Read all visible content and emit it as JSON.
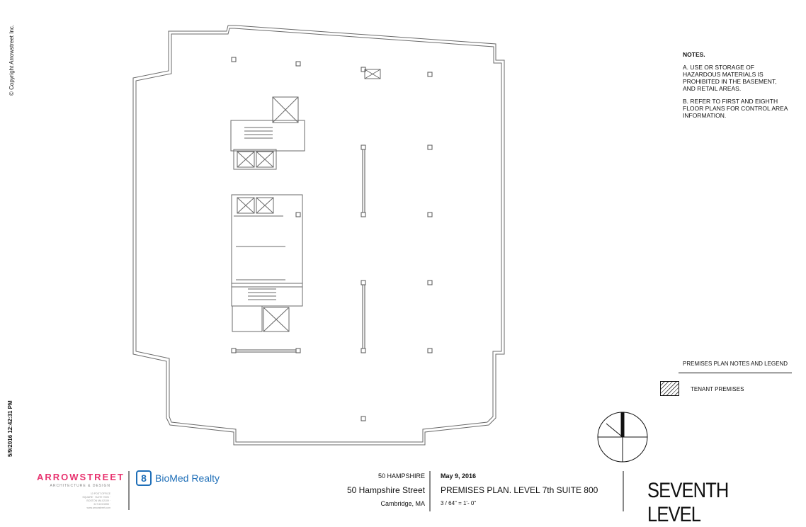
{
  "margin": {
    "copyright": "© Copyright Arrowstreet Inc.",
    "timestamp": "5/9/2016 12:42:31 PM"
  },
  "notes": {
    "title": "NOTES.",
    "items": [
      "A. USE OR STORAGE OF HAZARDOUS MATERIALS IS PROHIBITED IN THE BASEMENT, AND RETAIL AREAS.",
      "B. REFER TO FIRST AND EIGHTH FLOOR PLANS FOR CONTROL AREA INFORMATION."
    ]
  },
  "legend": {
    "title": "PREMISES PLAN NOTES AND LEGEND",
    "items": [
      {
        "label": "TENANT PREMISES"
      }
    ]
  },
  "title_block": {
    "architect_logo": "ARROWSTREET",
    "architect_sub": "ARCHITECTURE & DESIGN",
    "architect_address": "10 POST OFFICE SQUARE · SUITE 700N · BOSTON MA 02109 · 617.623.5555 · www.arrowstreet.com",
    "client_logo": "BioMed Realty",
    "project_short": "50 HAMPSHIRE",
    "project_street": "50 Hampshire Street",
    "project_city": "Cambridge, MA",
    "date": "May 9, 2016",
    "sheet_title": "PREMISES PLAN. LEVEL 7th SUITE 800",
    "scale": "3 / 64\" = 1'- 0\"",
    "level": "SEVENTH LEVEL"
  },
  "colors": {
    "brand_pink": "#e8336f",
    "brand_blue": "#1f6fb8",
    "line": "#6a6a6a"
  }
}
